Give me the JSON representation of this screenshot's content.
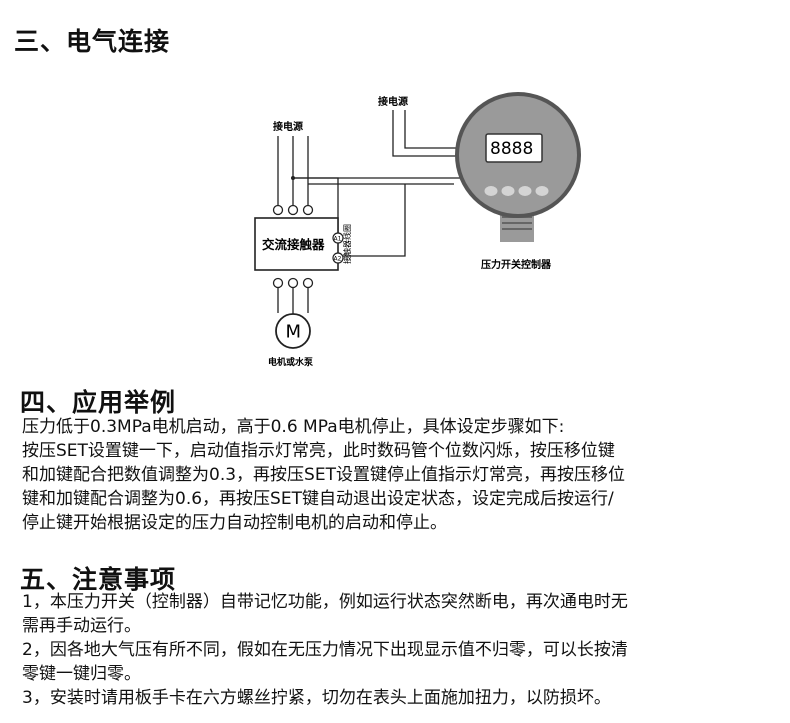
{
  "section3": {
    "title": "三、电气连接"
  },
  "diagram": {
    "power_label_top": "接电源",
    "power_label_left": "接电源",
    "display_value": "8888",
    "contactor_label": "交流接触器",
    "coil_label": "接触器线圈",
    "terminal_a1": "A1",
    "terminal_a2": "A2",
    "motor_symbol": "M",
    "motor_label": "电机或水泵",
    "controller_label": "压力开关控制器"
  },
  "section4": {
    "title": "四、应用举例",
    "lines": [
      "压力低于0.3MPa电机启动，高于0.6 MPa电机停止，具体设定步骤如下:",
      "按压SET设置键一下，启动值指示灯常亮，此时数码管个位数闪烁，按压移位键",
      "和加键配合把数值调整为0.3，再按压SET设置键停止值指示灯常亮，再按压移位",
      "键和加键配合调整为0.6，再按压SET键自动退出设定状态，设定完成后按运行/",
      "停止键开始根据设定的压力自动控制电机的启动和停止。"
    ]
  },
  "section5": {
    "title": "五、注意事项",
    "lines": [
      "1，本压力开关（控制器）自带记忆功能，例如运行状态突然断电，再次通电时无",
      "需再手动运行。",
      "2，因各地大气压有所不同，假如在无压力情况下出现显示值不归零，可以长按清",
      "零键一键归零。",
      "3，安装时请用板手卡在六方螺丝拧紧，切勿在表头上面施加扭力，以防损坏。"
    ]
  }
}
